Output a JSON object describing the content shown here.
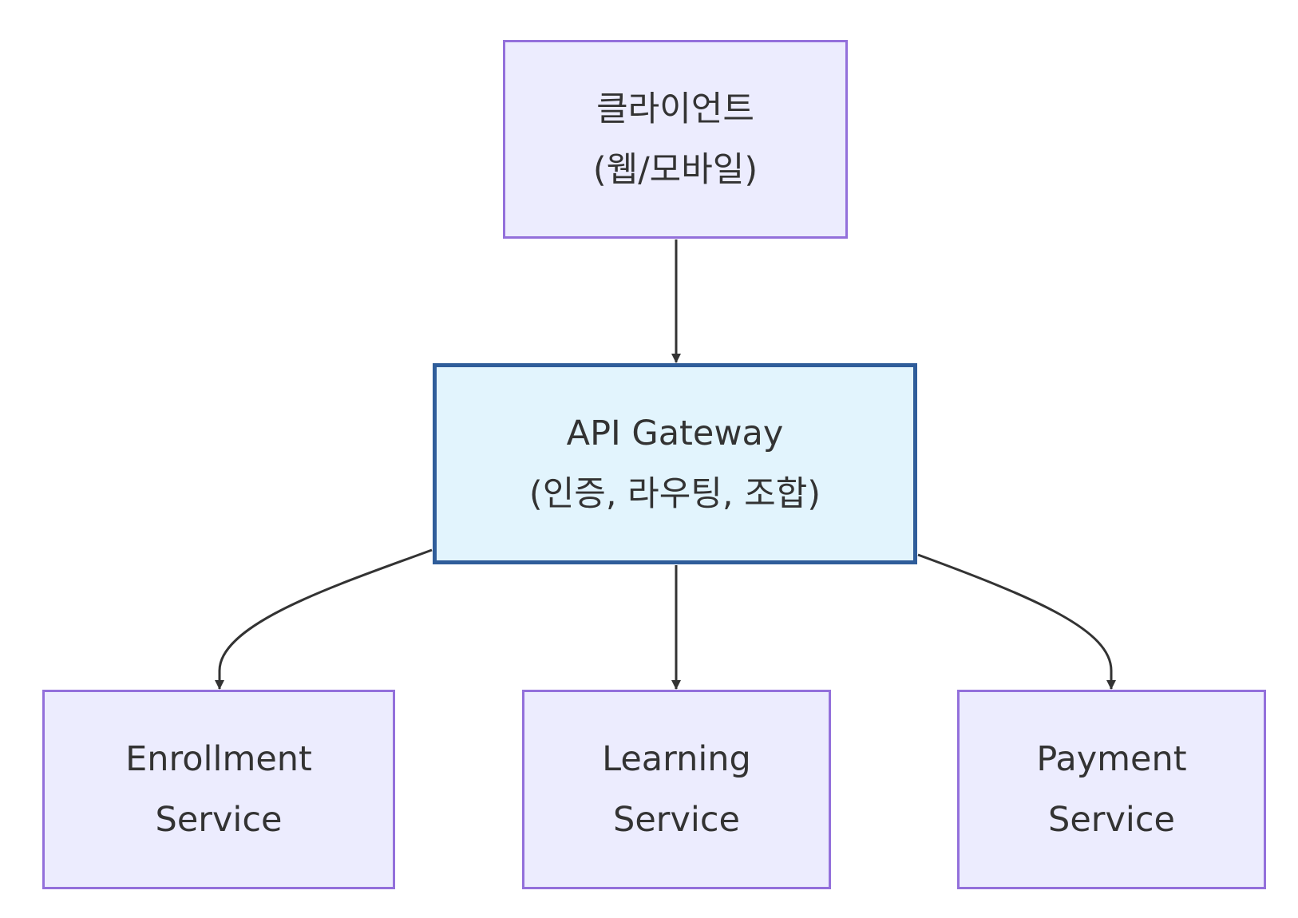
{
  "diagram": {
    "colors": {
      "node_fill": "#ececfe",
      "node_border": "#9370db",
      "gateway_fill": "#e2f4fd",
      "gateway_border": "#2f5d9a",
      "edge": "#333333",
      "text": "#333333"
    },
    "nodes": {
      "client": {
        "line1": "클라이언트",
        "line2": "(웹/모바일)"
      },
      "gateway": {
        "line1": "API Gateway",
        "line2": "(인증, 라우팅, 조합)"
      },
      "enrollment": {
        "line1": "Enrollment",
        "line2": "Service"
      },
      "learning": {
        "line1": "Learning",
        "line2": "Service"
      },
      "payment": {
        "line1": "Payment",
        "line2": "Service"
      }
    },
    "edges": [
      {
        "from": "client",
        "to": "gateway"
      },
      {
        "from": "gateway",
        "to": "enrollment"
      },
      {
        "from": "gateway",
        "to": "learning"
      },
      {
        "from": "gateway",
        "to": "payment"
      }
    ]
  }
}
